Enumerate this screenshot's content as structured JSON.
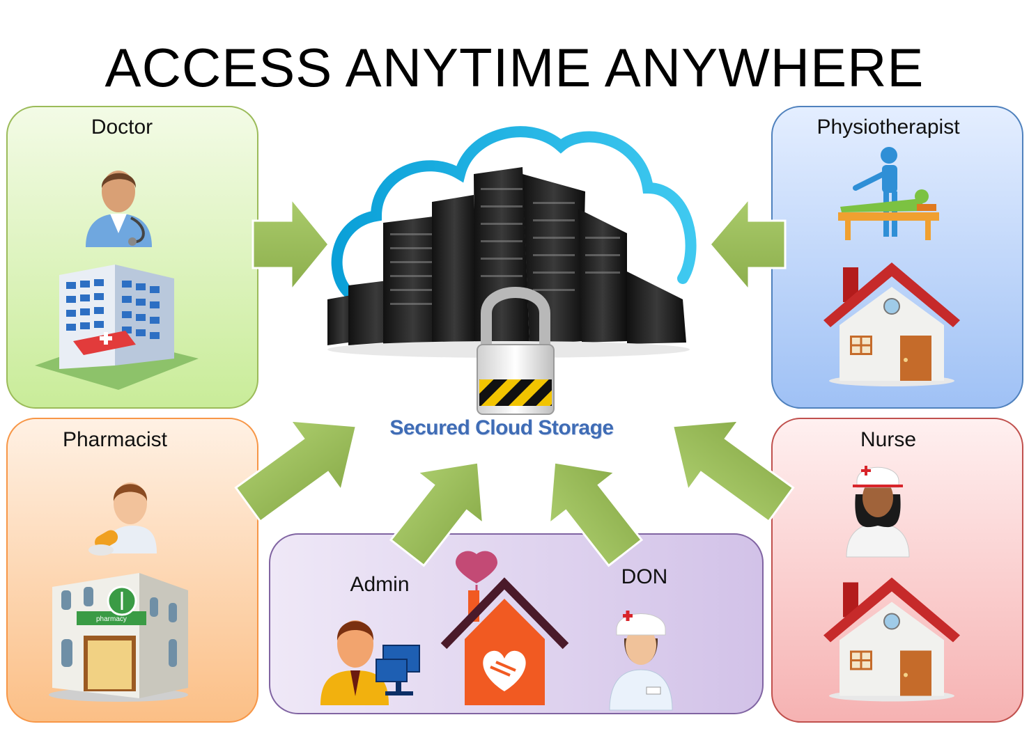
{
  "title": "ACCESS ANYTIME ANYWHERE",
  "center": {
    "label": "Secured Cloud Storage",
    "icons": [
      "cloud-icon",
      "server-rack-icon",
      "padlock-icon"
    ]
  },
  "panels": {
    "doctor": {
      "label": "Doctor",
      "icons": [
        "doctor-icon",
        "hospital-icon"
      ]
    },
    "physiotherapist": {
      "label": "Physiotherapist",
      "icons": [
        "physiotherapy-icon",
        "house-icon"
      ]
    },
    "pharmacist": {
      "label": "Pharmacist",
      "icons": [
        "pharmacist-icon",
        "pharmacy-icon"
      ],
      "building_sign": "pharmacy"
    },
    "nurse": {
      "label": "Nurse",
      "icons": [
        "nurse-icon",
        "house-icon"
      ]
    },
    "admin": {
      "label": "Admin",
      "icons": [
        "admin-computer-icon",
        "care-home-heart-icon"
      ]
    },
    "don": {
      "label": "DON",
      "icons": [
        "head-nurse-icon"
      ]
    }
  },
  "colors": {
    "arrow": "#9bbb59",
    "doctor_panel": "#c9ec99",
    "physio_panel": "#9fc1f5",
    "pharmacist_panel": "#fbbf86",
    "nurse_panel": "#f6b2b2",
    "admin_panel": "#d2c2e8",
    "cloud_outline": "#29b6e4",
    "cloud_label": "#3f6cb5"
  }
}
